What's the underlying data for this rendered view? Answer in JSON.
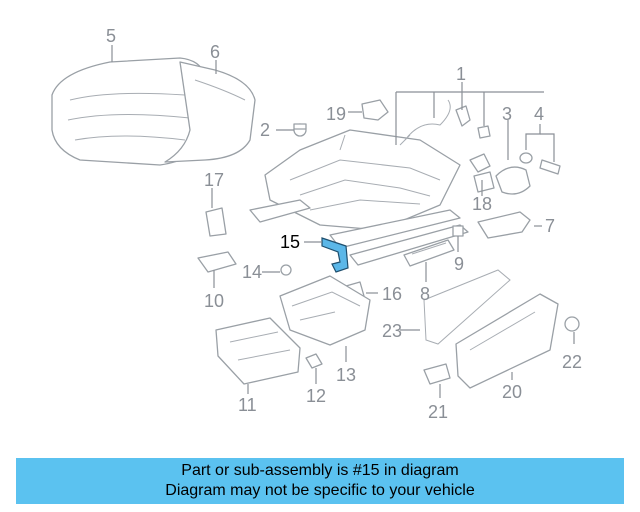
{
  "diagram": {
    "callouts": [
      "1",
      "2",
      "3",
      "4",
      "5",
      "6",
      "7",
      "8",
      "9",
      "10",
      "11",
      "12",
      "13",
      "14",
      "15",
      "16",
      "17",
      "18",
      "19",
      "20",
      "21",
      "22",
      "23"
    ],
    "highlighted_callout": "15",
    "highlight_color": "#5bb7e8"
  },
  "banner": {
    "line1": "Part or sub-assembly is #15 in diagram",
    "line2": "Diagram may not be specific to your vehicle",
    "background": "#5bc2f0"
  }
}
